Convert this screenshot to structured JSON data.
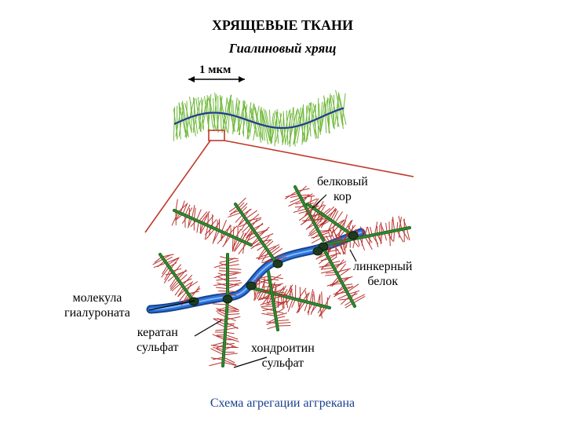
{
  "header": {
    "title": "ХРЯЩЕВЫЕ ТКАНИ",
    "subtitle": "Гиалиновый хрящ",
    "scale_label": "1 мкм"
  },
  "labels": {
    "protein_core": [
      "белковый",
      "кор"
    ],
    "link_protein": [
      "линкерный",
      "белок"
    ],
    "hyaluronate": [
      "молекула",
      "гиалуроната"
    ],
    "keratan": [
      "кератан",
      "сульфат"
    ],
    "chondroitin": [
      "хондроитин",
      "сульфат"
    ]
  },
  "caption": "Схема агрегации аггрекана",
  "colors": {
    "hyaluronate": "#2b72d9",
    "protein_core": "#2e8b2e",
    "glycosaminoglycan": "#b8332e",
    "zoom_lines": "#c0392b",
    "caption": "#1a3f8f"
  }
}
